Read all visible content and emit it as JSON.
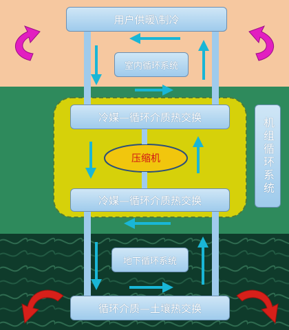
{
  "top_box": "用户供暖\\制冷",
  "indoor_label": "室内循环系统",
  "exchange_upper": "冷媒—循环介质热交换",
  "compressor": "压缩机",
  "exchange_lower": "冷媒—循环介质热交换",
  "unit_side_label": "机组循环系统",
  "underground_label": "地下循环系统",
  "bottom_box": "循环介质—土壤热交换",
  "colors": {
    "top_band": "#f6c8a0",
    "mid_band": "#2e8a5c",
    "bottom_band": "#0f3b2b",
    "unit_region": "#d6d10a",
    "box_fill": "#9fcbec",
    "arrow_cyan": "#19b6d6",
    "curl_magenta": "#e21fc0",
    "curl_red": "#d7201a"
  }
}
